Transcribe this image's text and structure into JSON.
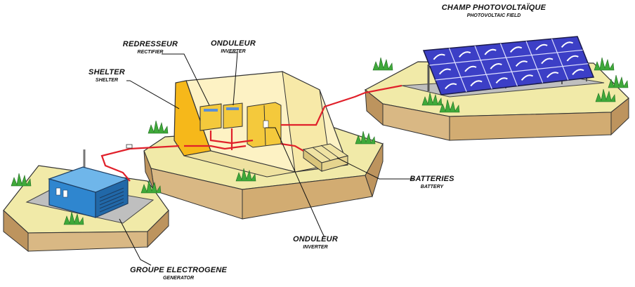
{
  "labels": {
    "redresseur": {
      "main": "REDRESSEUR",
      "sub": "RECTIFIER"
    },
    "onduleur_top": {
      "main": "ONDULEUR",
      "sub": "INVERTER"
    },
    "shelter": {
      "main": "SHELTER",
      "sub": "SHELTER"
    },
    "champ": {
      "main": "CHAMP PHOTOVOLTAÏQUE",
      "sub": "PHOTOVOLTAIC FIELD"
    },
    "batteries": {
      "main": "BATTERIES",
      "sub": "BATTERY"
    },
    "onduleur_bottom": {
      "main": "ONDULEUR",
      "sub": "INVERTER"
    },
    "groupe": {
      "main": "GROUPE ELECTROGENE",
      "sub": "GENERATOR"
    }
  },
  "colors": {
    "ground_top": "#f1eaa8",
    "ground_front": "#d9b884",
    "ground_side": "#c79d66",
    "grass": "#3fa93a",
    "slab": "#bfbfbf",
    "shelter_wall": "#fdf2c4",
    "shelter_side": "#f6b81a",
    "cable": "#e0202a",
    "panel": "#3c3fc6",
    "generator": "#2f86cf"
  }
}
